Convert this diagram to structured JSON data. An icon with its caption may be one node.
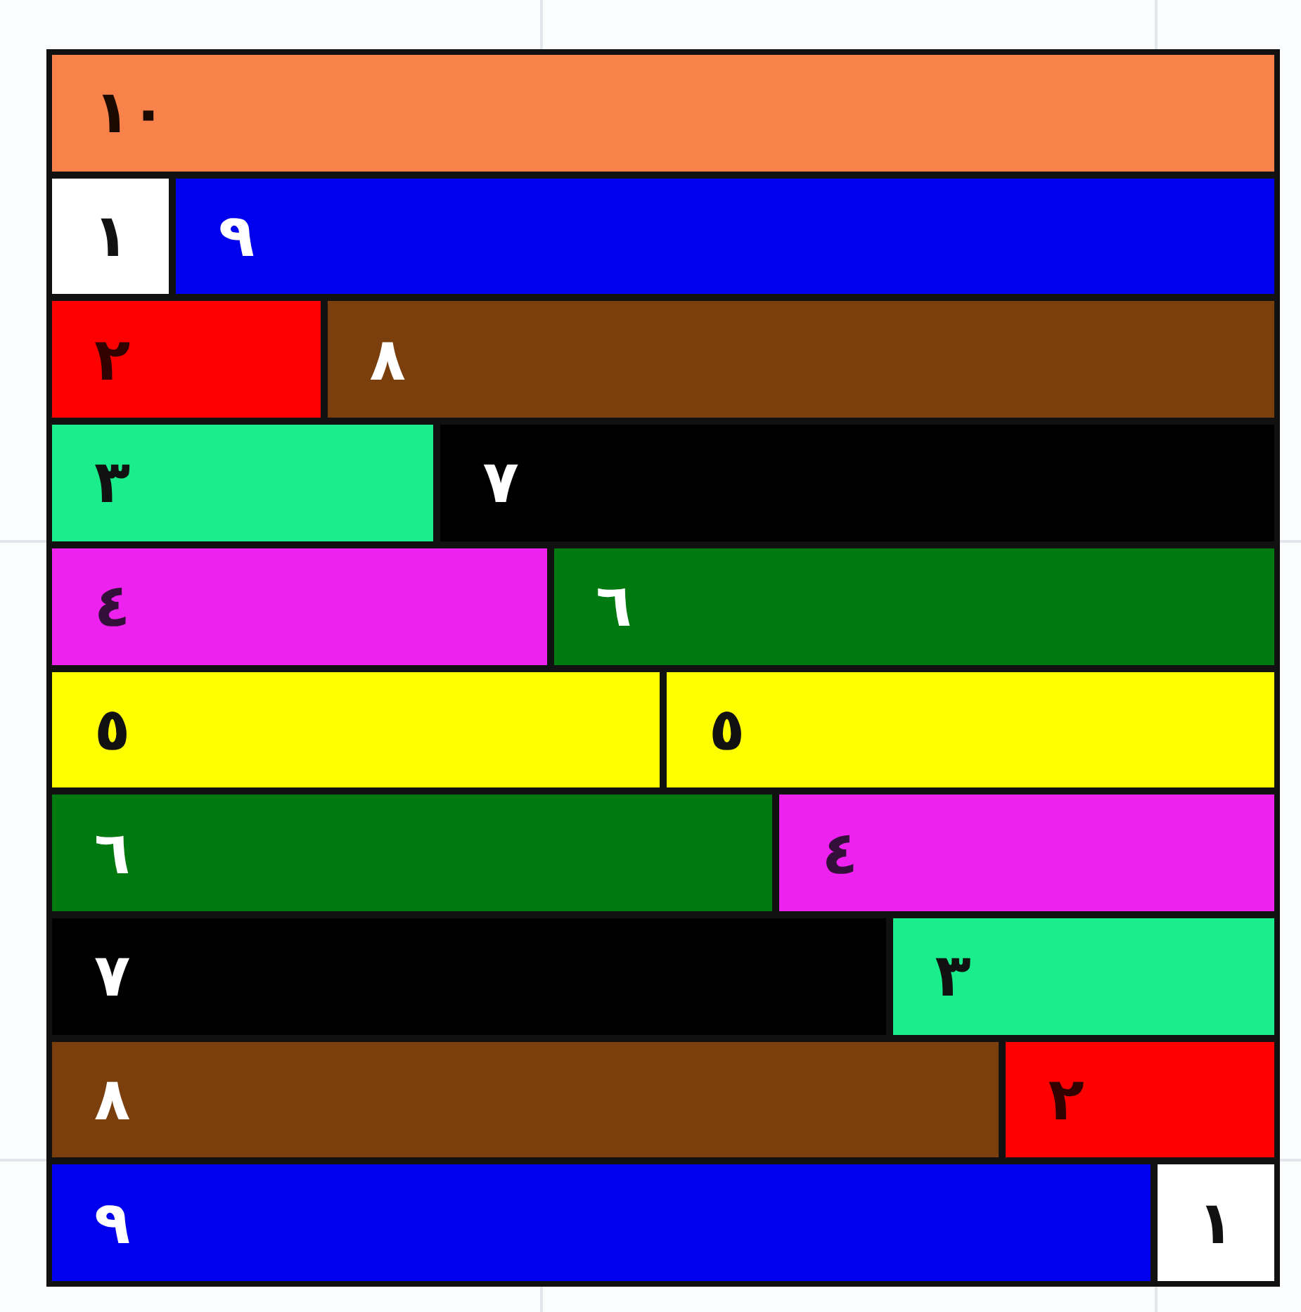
{
  "diagram": {
    "nodes": [
      {
        "text": [
          "١٠"
        ]
      },
      {
        "text": [
          "١"
        ]
      },
      {
        "text": [
          "٩"
        ]
      },
      {
        "text": [
          "٢"
        ]
      },
      {
        "text": [
          "٨"
        ]
      },
      {
        "text": [
          "٣"
        ]
      },
      {
        "text": [
          "٧"
        ]
      },
      {
        "text": [
          "٤"
        ]
      },
      {
        "text": [
          "٦"
        ]
      },
      {
        "text": [
          "٥"
        ]
      },
      {
        "text": [
          "٥"
        ]
      },
      {
        "text": [
          "٦"
        ]
      },
      {
        "text": [
          "٤"
        ]
      },
      {
        "text": [
          "٧"
        ]
      },
      {
        "text": [
          "٣"
        ]
      },
      {
        "text": [
          "٨"
        ]
      },
      {
        "text": [
          "٢"
        ]
      },
      {
        "text": [
          "٩"
        ]
      },
      {
        "text": [
          "١"
        ]
      }
    ]
  }
}
